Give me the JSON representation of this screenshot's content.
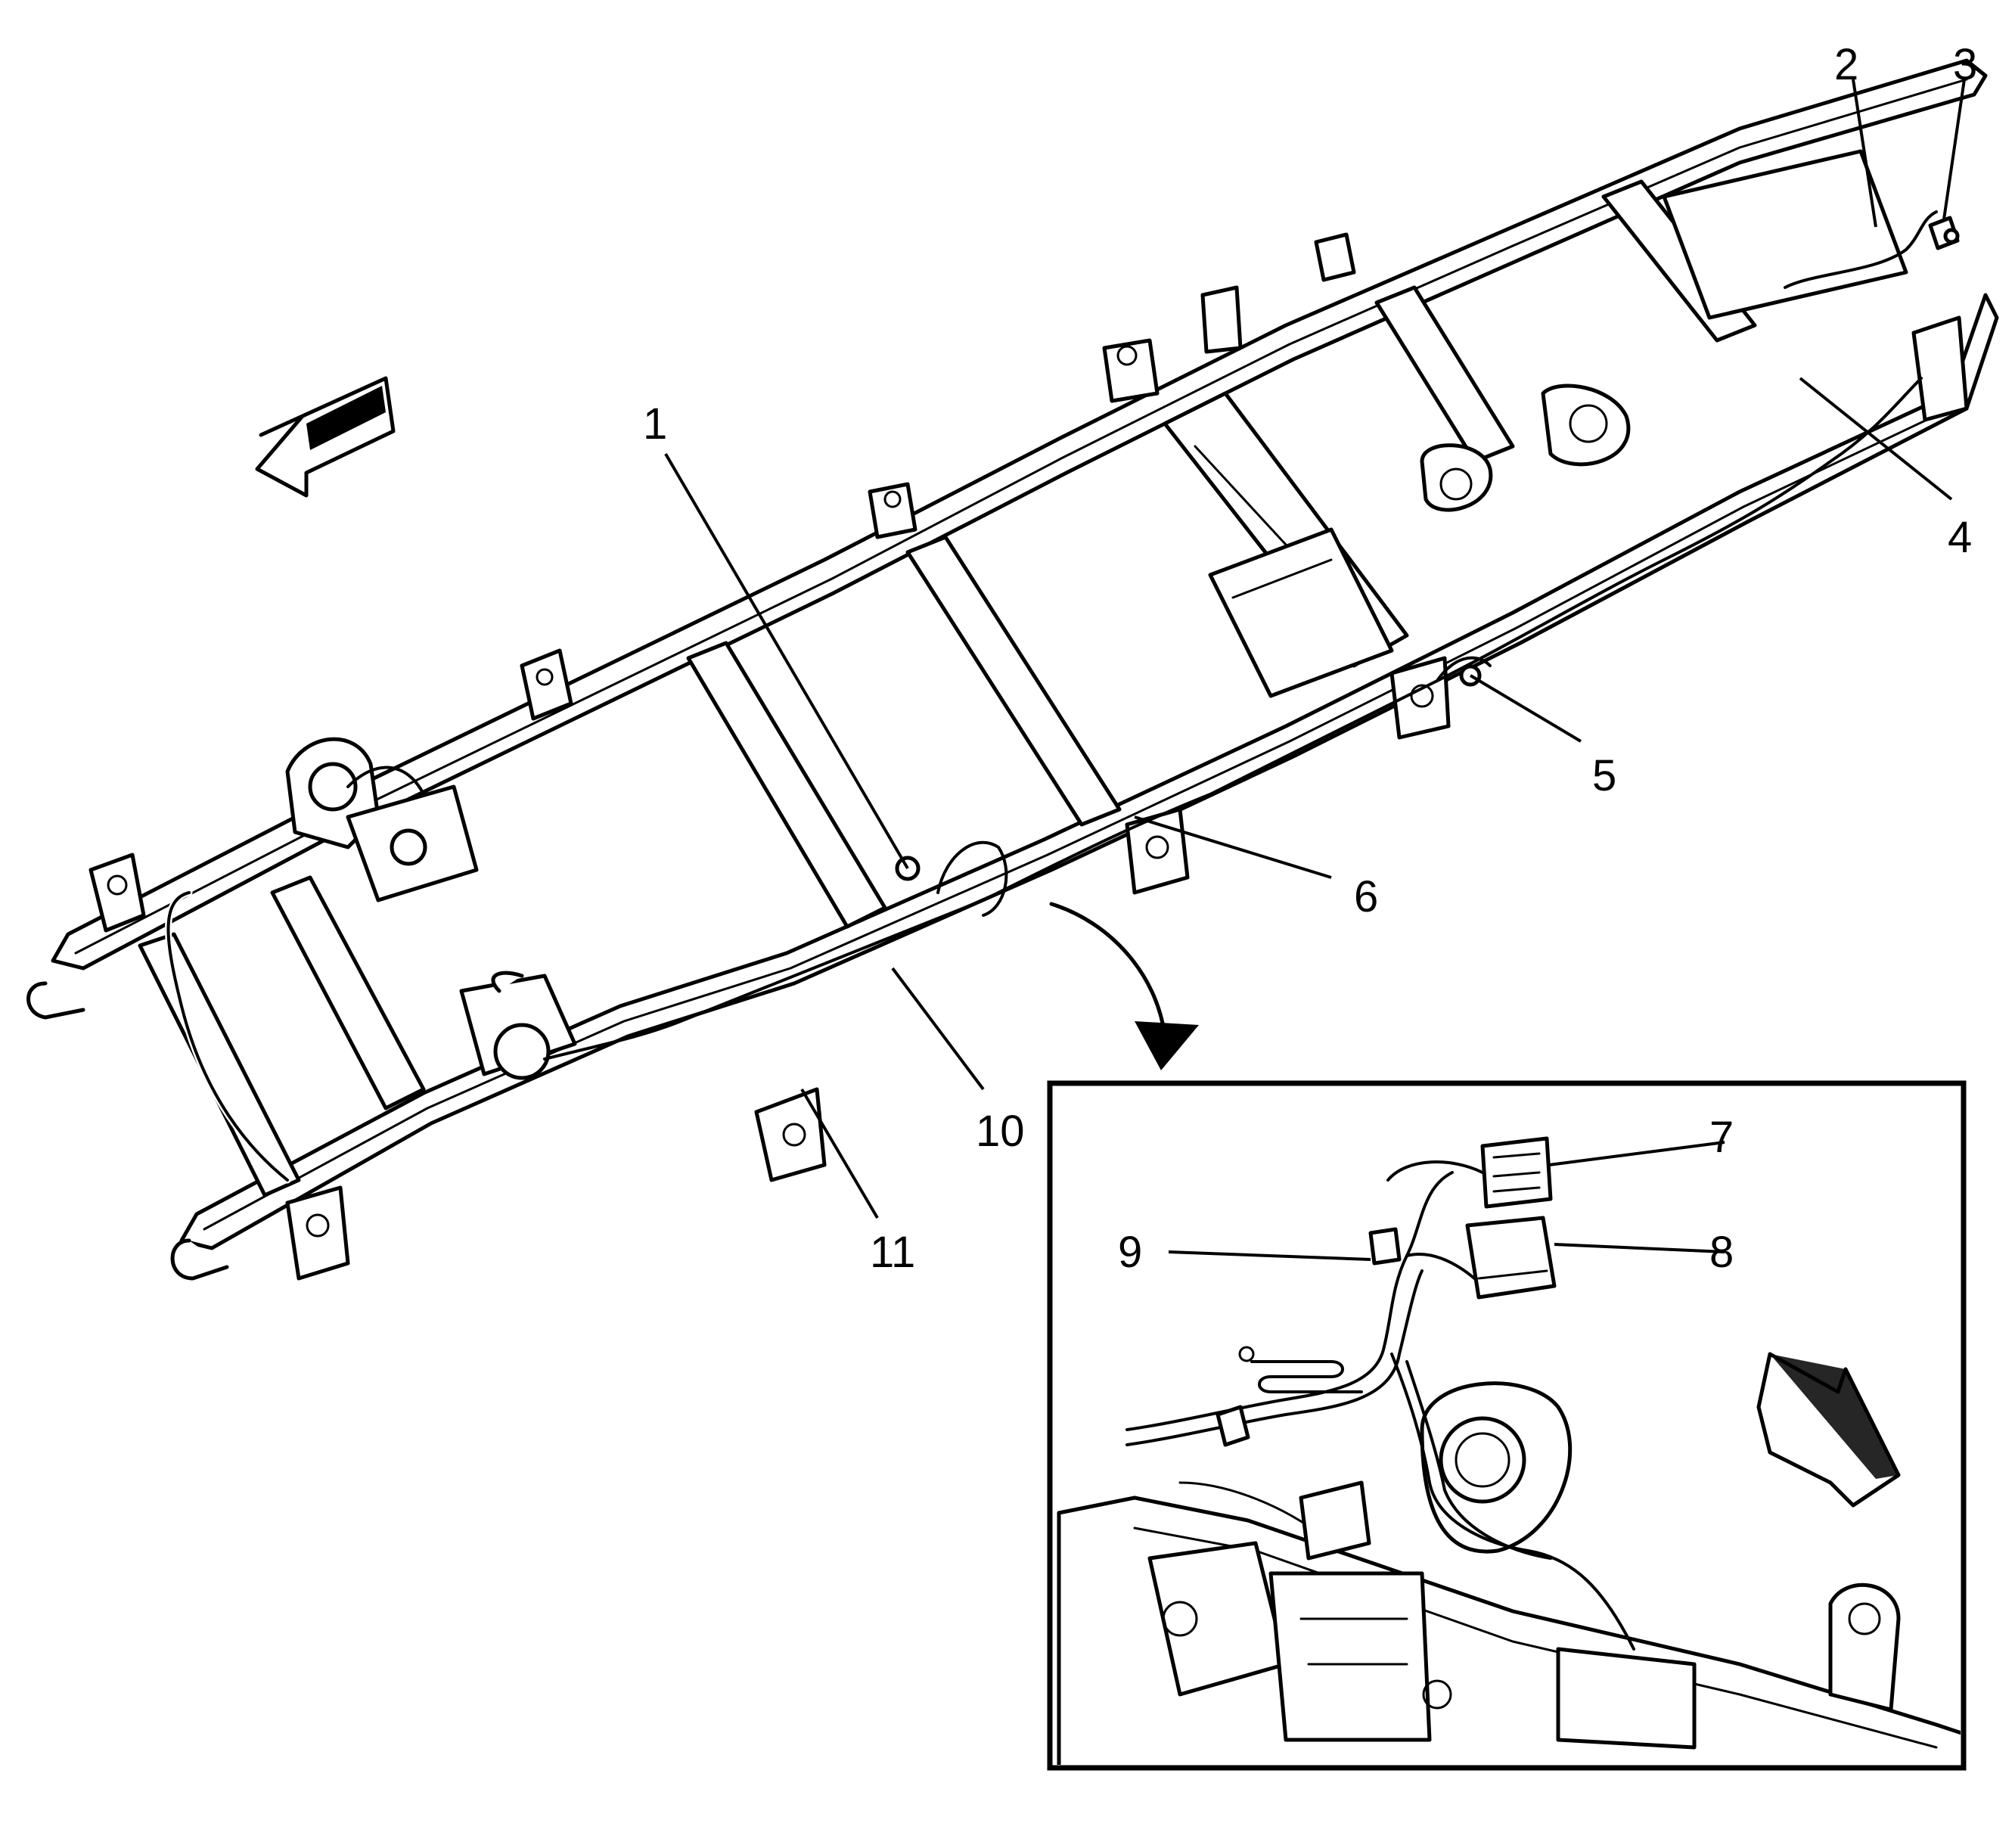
{
  "callouts": {
    "c1": "1",
    "c2": "2",
    "c3": "3",
    "c4": "4",
    "c5": "5",
    "c6": "6",
    "c7": "7",
    "c8": "8",
    "c9": "9",
    "c10": "10",
    "c11": "11"
  },
  "arrows": {
    "main_direction": "forward-arrow-left",
    "inset_direction": "forward-arrow-right"
  }
}
